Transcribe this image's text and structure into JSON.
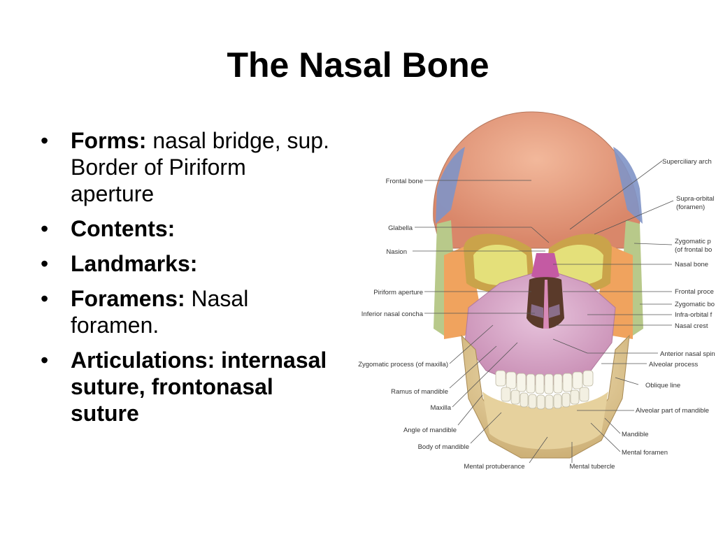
{
  "slide": {
    "title": "The Nasal Bone",
    "bullets": [
      {
        "label": "Forms:",
        "text": "nasal bridge, sup. Border of Piriform aperture"
      },
      {
        "label": "Contents:",
        "text": ""
      },
      {
        "label": "Landmarks:",
        "text": ""
      },
      {
        "label": "Foramens:",
        "text": "Nasal foramen."
      },
      {
        "label": "Articulations:",
        "text": "internasal suture, frontonasal suture"
      }
    ]
  },
  "figure": {
    "labels": {
      "frontal_bone": "Frontal bone",
      "glabella": "Glabella",
      "nasion": "Nasion",
      "piriform_aperture": "Piriform aperture",
      "inferior_nasal_concha": "Inferior nasal concha",
      "zygomatic_process_maxilla": "Zygomatic process (of maxilla)",
      "ramus_of_mandible": "Ramus of mandible",
      "maxilla": "Maxilla",
      "angle_of_mandible": "Angle of mandible",
      "body_of_mandible": "Body of mandible",
      "mental_protuberance": "Mental protuberance",
      "mental_tubercle": "Mental tubercle",
      "superciliary_arch": "Superciliary arch",
      "supra_orbital_1": "Supra-orbital",
      "supra_orbital_2": "(foramen)",
      "zygomatic_process_frontal_1": "Zygomatic p",
      "zygomatic_process_frontal_2": "(of frontal bo",
      "nasal_bone": "Nasal bone",
      "frontal_process": "Frontal proce",
      "zygomatic_bone": "Zygomatic bo",
      "infra_orbital": "Infra-orbital f",
      "nasal_crest": "Nasal crest",
      "anterior_nasal_spine": "Anterior nasal spin",
      "alveolar_process": "Alveolar process",
      "oblique_line": "Oblique line",
      "alveolar_part_mandible": "Alveolar part of mandible",
      "mandible": "Mandible",
      "mental_foramen": "Mental foramen"
    }
  }
}
